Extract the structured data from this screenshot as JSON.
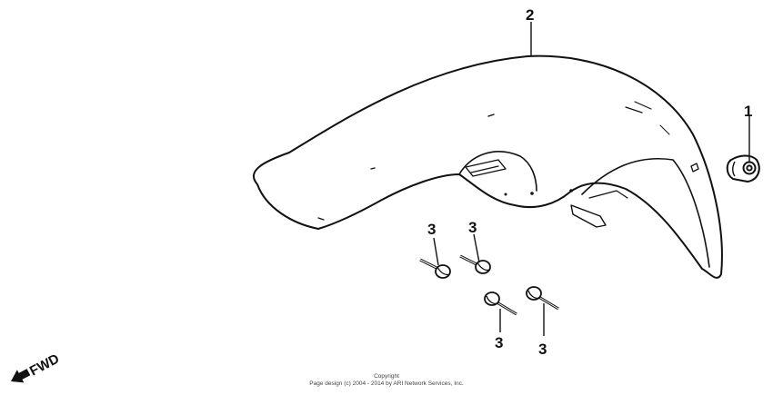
{
  "callouts": {
    "fender": "2",
    "grommet": "1",
    "bolt_a": "3",
    "bolt_b": "3",
    "bolt_c": "3",
    "bolt_d": "3"
  },
  "direction": {
    "label": "FWD",
    "icon": "forward-arrow-icon"
  },
  "footer": {
    "line1": "Copyright",
    "line2": "Page design (c) 2004 - 2014 by ARI Network Services, Inc."
  }
}
